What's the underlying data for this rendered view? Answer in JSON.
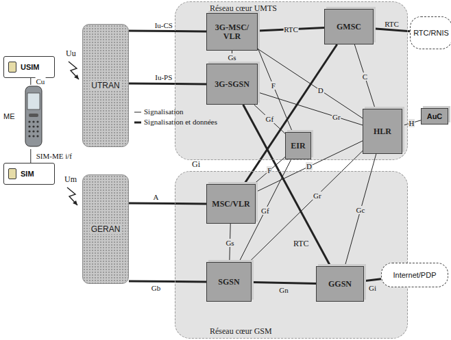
{
  "diagram": {
    "nodes": [
      {
        "text": [
          "USIM"
        ]
      },
      {
        "text": [
          "ME"
        ]
      },
      {
        "text": [
          "SIM"
        ]
      },
      {
        "text": [
          "UTRAN"
        ]
      },
      {
        "text": [
          "GERAN"
        ]
      },
      {
        "text": [
          "Réseau cœur UMTS"
        ]
      },
      {
        "text": [
          "3G-MSC/ VLR"
        ],
        "in": 5
      },
      {
        "text": [
          "GMSC"
        ],
        "in": 5
      },
      {
        "text": [
          "3G-SGSN"
        ],
        "in": 5
      },
      {
        "text": [
          "EIR"
        ],
        "in": 5
      },
      {
        "text": [
          "HLR"
        ],
        "in": 5
      },
      {
        "text": [
          "Réseau cœur GSM"
        ]
      },
      {
        "text": [
          "MSC/VLR"
        ],
        "in": 11
      },
      {
        "text": [
          "SGSN"
        ],
        "in": 11
      },
      {
        "text": [
          "GGSN"
        ],
        "in": 11
      },
      {
        "text": [
          "RTC/RNIS"
        ]
      },
      {
        "text": [
          "AuC"
        ]
      },
      {
        "text": [
          "Internet/PDP"
        ]
      }
    ],
    "edges": [
      {
        "from": 0,
        "to": 1,
        "label": "Cu",
        "arrow": "none"
      },
      {
        "from": 1,
        "to": 2,
        "label": "SIM-ME i/f",
        "arrow": "none"
      },
      {
        "from": 3,
        "to": 6,
        "label": "Iu-CS",
        "arrow": "none"
      },
      {
        "from": 3,
        "to": 8,
        "label": "Iu-PS",
        "arrow": "none"
      },
      {
        "from": 6,
        "to": 7,
        "label": "RTC",
        "arrow": "none"
      },
      {
        "from": 7,
        "to": 15,
        "label": "RTC",
        "arrow": "none"
      },
      {
        "from": 6,
        "to": 8,
        "label": "Gs",
        "arrow": "none"
      },
      {
        "from": 6,
        "to": 9,
        "label": "F",
        "arrow": "none"
      },
      {
        "from": 6,
        "to": 10,
        "label": "D",
        "arrow": "none"
      },
      {
        "from": 7,
        "to": 10,
        "label": "C",
        "arrow": "none"
      },
      {
        "from": 8,
        "to": 10,
        "label": "Gr",
        "arrow": "none"
      },
      {
        "from": 8,
        "to": 9,
        "label": "Gf",
        "arrow": "none"
      },
      {
        "from": 10,
        "to": 16,
        "label": "H",
        "arrow": "none"
      },
      {
        "from": 4,
        "to": 12,
        "label": "A",
        "arrow": "none"
      },
      {
        "from": 4,
        "to": 13,
        "label": "Gb",
        "arrow": "none"
      },
      {
        "from": 12,
        "to": 13,
        "label": "Gs",
        "arrow": "none"
      },
      {
        "from": 12,
        "to": 9,
        "label": "F",
        "arrow": "none"
      },
      {
        "from": 12,
        "to": 10,
        "label": "D",
        "arrow": "none"
      },
      {
        "from": 13,
        "to": 10,
        "label": "Gr",
        "arrow": "none"
      },
      {
        "from": 13,
        "to": 9,
        "label": "Gf",
        "arrow": "none"
      },
      {
        "from": 12,
        "to": 7,
        "arrow": "none"
      },
      {
        "from": 8,
        "to": 14,
        "arrow": "none"
      },
      {
        "from": 13,
        "to": 14,
        "label": "Gn",
        "arrow": "none"
      },
      {
        "from": 14,
        "to": 10,
        "label": "Gc",
        "arrow": "none"
      },
      {
        "from": 14,
        "to": 17,
        "label": "Gi",
        "arrow": "none"
      }
    ],
    "labels": [
      "Uu",
      "Um",
      "Gi",
      "RTC"
    ],
    "legend": [
      {
        "text": "Signalisation"
      },
      {
        "text": "Signalisation et données"
      }
    ]
  }
}
